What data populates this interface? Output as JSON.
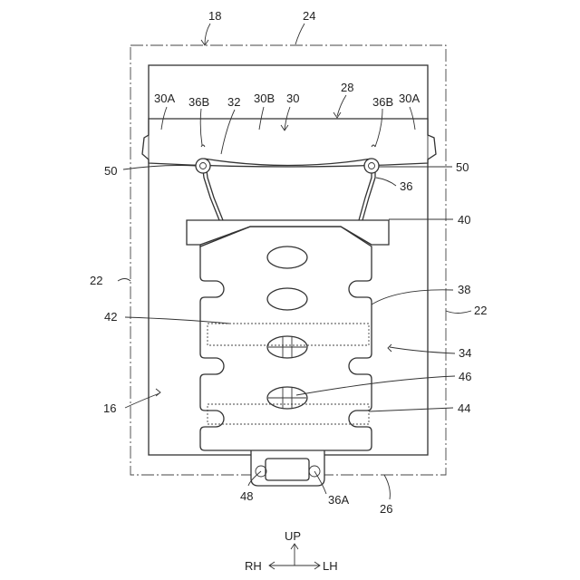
{
  "labels": {
    "l18": "18",
    "l24": "24",
    "l30a_left": "30A",
    "l36b_left": "36B",
    "l32": "32",
    "l30b": "30B",
    "l30": "30",
    "l28": "28",
    "l36b_right": "36B",
    "l30a_right": "30A",
    "l50_left": "50",
    "l50_right": "50",
    "l36": "36",
    "l40": "40",
    "l22_left": "22",
    "l38": "38",
    "l22_right": "22",
    "l42": "42",
    "l34": "34",
    "l46": "46",
    "l16": "16",
    "l44": "44",
    "l48": "48",
    "l36a": "36A",
    "l26": "26"
  },
  "direction": {
    "up": "UP",
    "rh": "RH",
    "lh": "LH"
  }
}
